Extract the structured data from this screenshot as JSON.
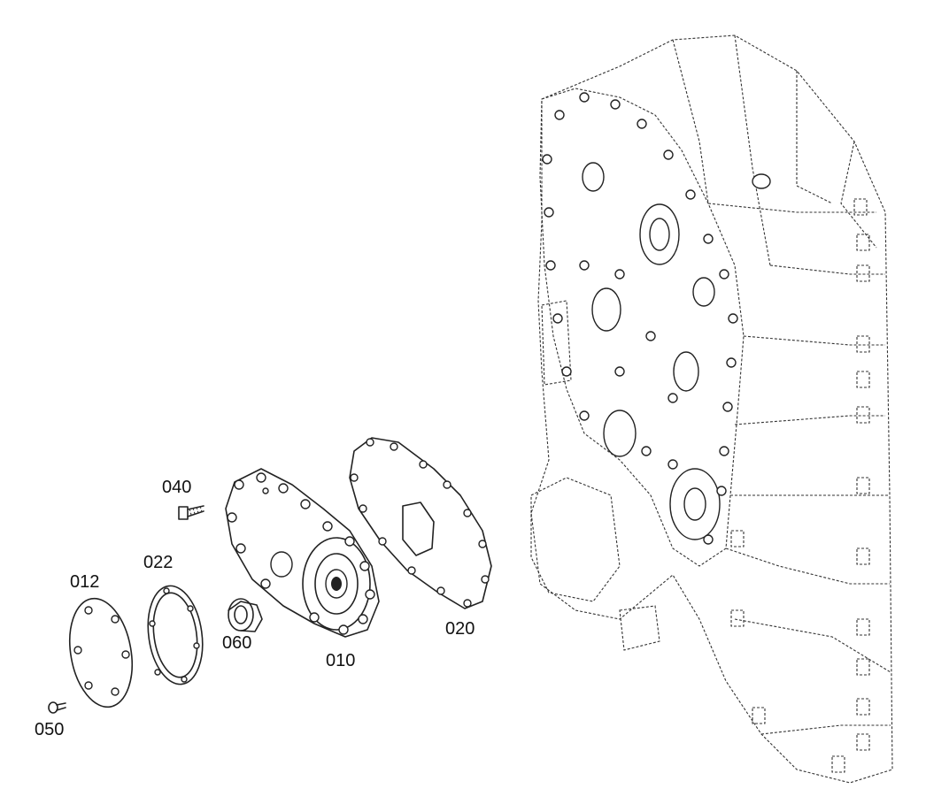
{
  "labels": {
    "p010": "010",
    "p012": "012",
    "p020": "020",
    "p022": "022",
    "p040": "040",
    "p050": "050",
    "p060": "060"
  }
}
